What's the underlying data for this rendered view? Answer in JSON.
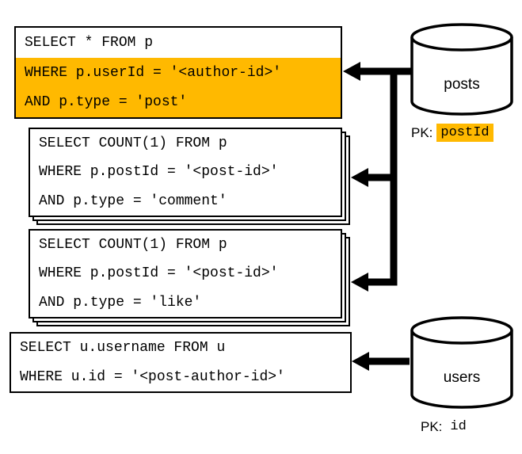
{
  "colors": {
    "highlight": "#FFB900"
  },
  "query1": {
    "lines": [
      "SELECT * FROM p",
      "WHERE p.userId = '<author-id>'",
      "AND p.type = 'post'"
    ]
  },
  "query2": {
    "lines": [
      "SELECT COUNT(1) FROM p",
      "WHERE p.postId = '<post-id>'",
      "AND p.type = 'comment'"
    ]
  },
  "query3": {
    "lines": [
      "SELECT COUNT(1) FROM p",
      "WHERE p.postId = '<post-id>'",
      "AND p.type = 'like'"
    ]
  },
  "query4": {
    "lines": [
      "SELECT u.username FROM u",
      "WHERE u.id = '<post-author-id>'"
    ]
  },
  "posts_db": {
    "label": "posts",
    "pk_label": "PK:",
    "pk_value": "postId"
  },
  "users_db": {
    "label": "users",
    "pk_label": "PK:",
    "pk_value": "id"
  }
}
